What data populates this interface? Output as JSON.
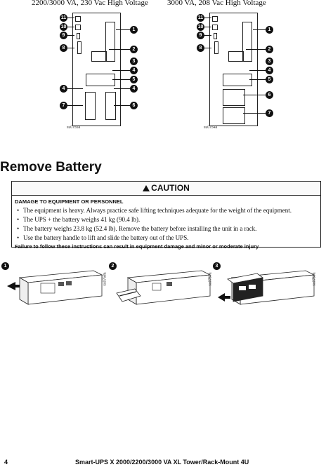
{
  "figures": {
    "left_caption": "2200/3000 VA, 230 Vac High Voltage",
    "right_caption": "3000 VA, 208 Vac High Voltage",
    "left_id": "su0755a",
    "right_id": "su0754a",
    "callouts": [
      "1",
      "2",
      "3",
      "4",
      "5",
      "6",
      "7",
      "8",
      "9",
      "10",
      "11"
    ]
  },
  "section": {
    "title": "Remove Battery"
  },
  "caution": {
    "label": "CAUTION",
    "subheading": "DAMAGE TO EQUIPMENT OR PERSONNEL",
    "items": [
      "The equipment is heavy. Always practice safe lifting techniques adequate for the weight of the equipment.",
      "The UPS + the battery weighs 41 kg (90.4 lb).",
      "The battery weighs 23.8 kg (52.4 lb). Remove the battery before installing the unit in a rack.",
      "Use the battery handle to lift and slide the battery out of the UPS."
    ],
    "footer": "Failure to follow these instructions can result in equipment damage and minor or moderate injury"
  },
  "steps": {
    "numbers": [
      "1",
      "2",
      "3"
    ],
    "ids": [
      "su0758a",
      "su0757a",
      "su0756a"
    ]
  },
  "footer": {
    "page_number": "4",
    "doc_title": "Smart-UPS X 2000/2200/3000 VA XL Tower/Rack-Mount 4U"
  }
}
